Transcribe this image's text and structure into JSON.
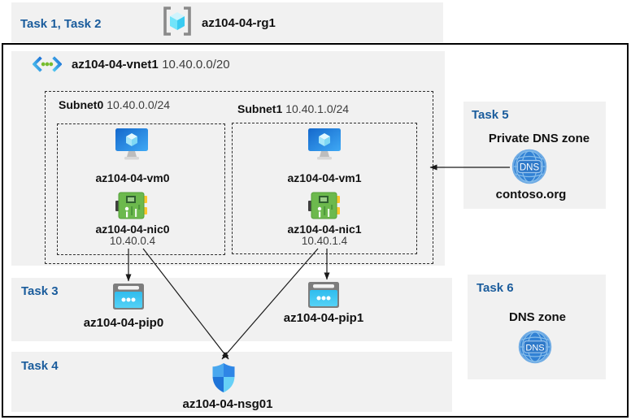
{
  "top_band": {
    "label": "Task 1, Task 2",
    "rg_name": "az104-04-rg1"
  },
  "vnet": {
    "name": "az104-04-vnet1",
    "cidr": "10.40.0.0/20"
  },
  "subnet0": {
    "name": "Subnet0",
    "cidr": "10.40.0.0/24",
    "vm": "az104-04-vm0",
    "nic": "az104-04-nic0",
    "ip": "10.40.0.4"
  },
  "subnet1": {
    "name": "Subnet1",
    "cidr": "10.40.1.0/24",
    "vm": "az104-04-vm1",
    "nic": "az104-04-nic1",
    "ip": "10.40.1.4"
  },
  "task3": {
    "label": "Task 3",
    "pip0": "az104-04-pip0",
    "pip1": "az104-04-pip1"
  },
  "task4": {
    "label": "Task 4",
    "nsg": "az104-04-nsg01"
  },
  "task5": {
    "label": "Task 5",
    "title": "Private DNS zone",
    "zone": "contoso.org",
    "dns_text": "DNS"
  },
  "task6": {
    "label": "Task 6",
    "title": "DNS zone",
    "dns_text": "DNS"
  },
  "colors": {
    "accent_blue": "#1a5c9c",
    "band_bg": "#f1f1f1",
    "dns_blue": "#3181d4",
    "pip_cyan": "#35c5f3",
    "nic_green": "#6cb94d",
    "vm_blue": "#1e7fe0",
    "shield_blue": "#2e86e6"
  }
}
